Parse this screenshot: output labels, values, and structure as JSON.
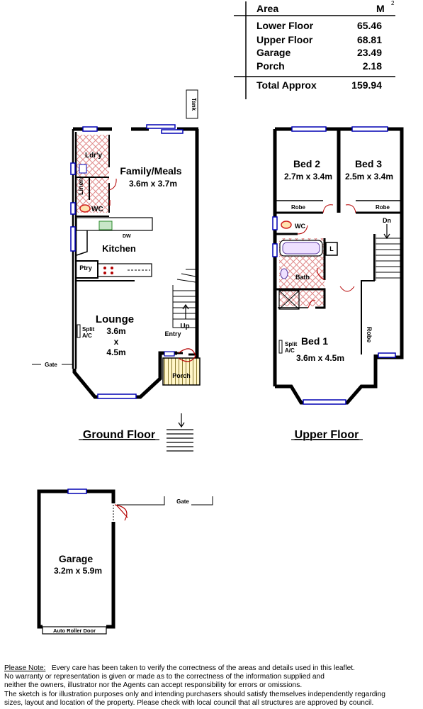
{
  "area_table": {
    "heading": "Area",
    "unit": "M",
    "unit_sup": "2",
    "rows": [
      {
        "label": "Lower Floor",
        "value": "65.46"
      },
      {
        "label": "Upper Floor",
        "value": "68.81"
      },
      {
        "label": "Garage",
        "value": "23.49"
      },
      {
        "label": "Porch",
        "value": "2.18"
      }
    ],
    "total_label": "Total Approx",
    "total_value": "159.94"
  },
  "ground_floor": {
    "title": "Ground Floor",
    "tank": "Tank",
    "laundry": "Ldr'y",
    "family_meals": "Family/Meals",
    "family_meals_dims": "3.6m x 3.7m",
    "linen": "Linen",
    "wc": "WC",
    "dw": "DW",
    "kitchen": "Kitchen",
    "pantry": "Ptry",
    "lounge": "Lounge",
    "lounge_w": "3.6m",
    "lounge_x": "x",
    "lounge_l": "4.5m",
    "split_ac_1": "Split",
    "split_ac_2": "A/C",
    "up": "Up",
    "entry": "Entry",
    "porch": "Porch",
    "gate": "Gate"
  },
  "upper_floor": {
    "title": "Upper Floor",
    "bed2": "Bed 2",
    "bed2_dims": "2.7m x 3.4m",
    "bed3": "Bed 3",
    "bed3_dims": "2.5m x 3.4m",
    "robe1": "Robe",
    "robe2": "Robe",
    "wc": "WC",
    "dn": "Dn",
    "linen_l": "L",
    "bath": "Bath",
    "robe3": "Robe",
    "split_ac_1": "Split",
    "split_ac_2": "A/C",
    "bed1": "Bed 1",
    "bed1_dims": "3.6m x 4.5m"
  },
  "garage": {
    "name": "Garage",
    "dims": "3.2m x 5.9m",
    "gate": "Gate",
    "roller_door": "Auto Roller Door"
  },
  "note": {
    "heading": "Please Note:",
    "line1": "Every care has been taken to verify the correctness of the areas and details used in this leaflet.",
    "line2": "No warranty or representation is given or made as to the correctness of the information supplied and",
    "line3": "neither the owners, illustrator nor the Agents can accept responsibility for errors or omissions.",
    "line4": "The sketch is for illustration purposes only and intending purchasers should satisfy themselves independently regarding",
    "line5": "sizes, layout and location of the property. Please check with local council that all structures are approved by council."
  }
}
